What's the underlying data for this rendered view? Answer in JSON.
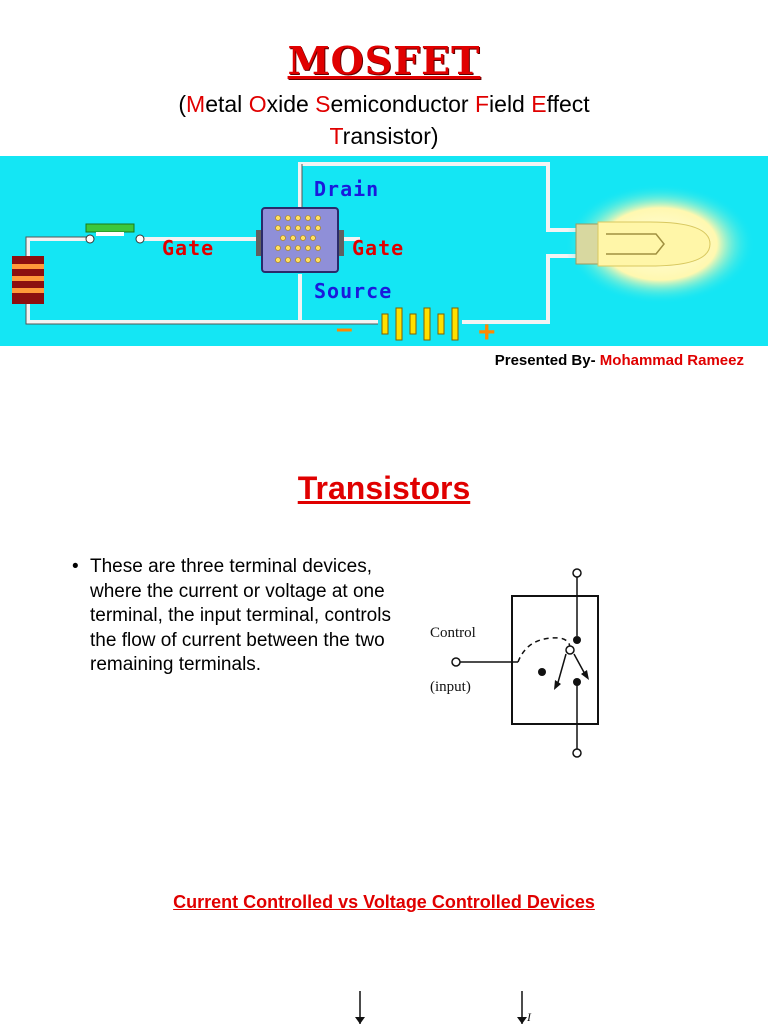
{
  "header": {
    "title": "MOSFET",
    "subtitle": {
      "open_paren": "(",
      "m": "M",
      "etal": "etal ",
      "o": "O",
      "xide": "xide ",
      "s": "S",
      "emiconductor": "emiconductor ",
      "f": "F",
      "ield": "ield ",
      "e": "E",
      "ffect": "ffect",
      "t": "T",
      "ransistor": "ransistor",
      "close_paren": ")"
    }
  },
  "banner": {
    "labels": {
      "drain": "Drain",
      "gate_left": "Gate",
      "gate_right": "Gate",
      "source": "Source",
      "minus": "–",
      "plus": "+"
    },
    "colors": {
      "background": "#14e6f4",
      "label": "#1a1adc",
      "gate_label": "#e00000"
    }
  },
  "presenter": {
    "prefix": "Presented By- ",
    "name": "Mohammad Rameez"
  },
  "section": {
    "title": "Transistors",
    "bullet_marker": "•",
    "bullet_text": "These are three terminal devices, where the current or voltage at one terminal, the input terminal, controls the flow of current between the two remaining terminals."
  },
  "diagram": {
    "label_control": "Control",
    "label_input": "(input)"
  },
  "subheading": "Current Controlled vs Voltage Controlled Devices",
  "bottom_figure": {
    "label": "I"
  },
  "theme": {
    "accent": "#e00000"
  }
}
